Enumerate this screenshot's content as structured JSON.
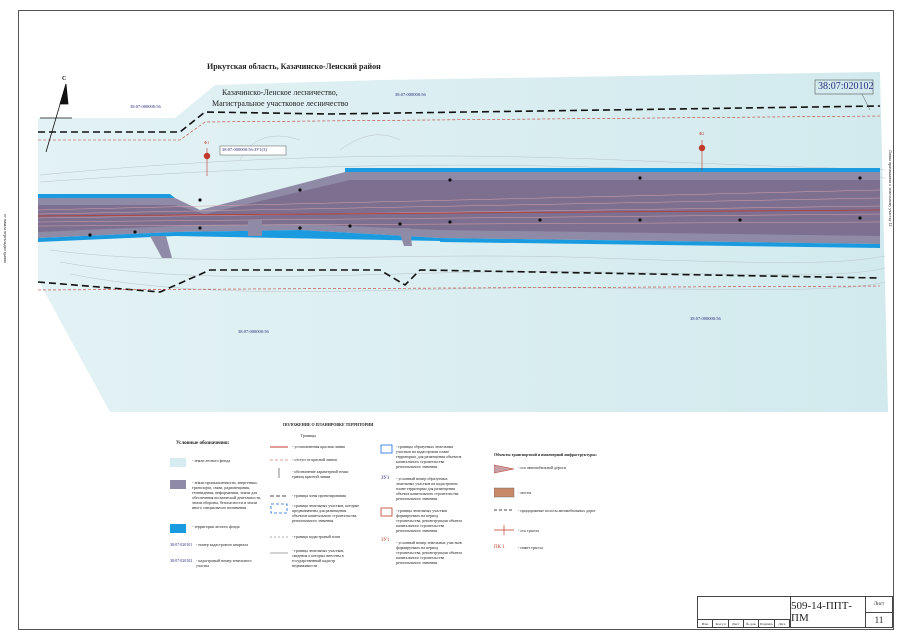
{
  "map": {
    "region_title": "Иркутская область, Казачинско-Ленский район",
    "forestry_title": "Казачинско-Ленское лесничество,",
    "district_title": "Магистральное участковое лесничество",
    "cadastral_main": "38:07:020102",
    "quarter_labels": [
      "38:07:000000:56",
      "38:07:000000:56",
      "38:07:000000:56",
      "38:07:000000:56"
    ],
    "parcel_label": "38:07:000000:56:ЗУ1(3)",
    "left_edge_label": "от начала перекладки здания",
    "right_edge_label": "Линия примыкания к земельному участку 12",
    "markers": [
      "Ф1",
      "Ф2"
    ],
    "compass": "С"
  },
  "legend": {
    "title": "Условные обозначения:",
    "items": [
      {
        "text": "- земли лесного фонда",
        "color": "#d6ecf0"
      },
      {
        "text": "- земли промышленности, энергетики, транспорта, связи, радиовещания, телевидения, информатики, земли для обеспечения космической деятельности, земли обороны, безопасности и земли иного специального назначения",
        "color": "#8f8aa6"
      },
      {
        "text": "- территория лесного фонда",
        "color": "#1a9be0"
      },
      {
        "text": "- номер кадастрового квартала",
        "code": "38:07:020101"
      },
      {
        "text": "- кадастровый номер земельного участка",
        "code": "38:07:020102"
      }
    ]
  },
  "boundaries": {
    "title": "ПОЛОЖЕНИЕ О ПЛАНИРОВКЕ ТЕРРИТОРИИ",
    "subtitle": "Границы",
    "items": [
      "- установленная красная линия",
      "- отступ от красной линии",
      "- обозначение характерной точки границ красной линии",
      "- граница зоны проектирования",
      "- граница земельных участков, которые предназначены для размещения объектов капитального строительства регионального значения",
      "- граница кадастровый план",
      "- граница земельных участков, сведения о которых внесены в государственный кадастр недвижимости"
    ]
  },
  "formed": {
    "items": [
      "- границы образуемых земельных участков на кадастровом плане территории, для размещения объектов капитального строительства регионального значения",
      "- условный номер образуемых земельных участков на кадастровом плане территории для размещения объекта капитального строительства регионального значения",
      "- граница земельных участков формируемых на период строительства, реконструкции объекта капитального строительства регионального значения",
      "- условный номер земельных участков формируемых на период строительства, реконструкции объекта капитального строительства регионального значения"
    ],
    "codes": [
      "ЗУ1",
      "ЗУ1"
    ]
  },
  "infrastructure": {
    "title": "Объекты транспортной и инженерной инфраструктуры:",
    "items": [
      "- ось автомобильной дороги",
      "- мосты",
      "- придорожные полосы автомобильных дорог",
      "- ось трассы",
      "- пикет трассы"
    ],
    "code": "ПК 1"
  },
  "stamp": {
    "code": "509-14-ППТ-ПМ",
    "sheet_label": "Лист",
    "sheet_number": "11",
    "headers": [
      "Изм.",
      "Кол.уч",
      "Лист",
      "№ док.",
      "Подпись",
      "Дата"
    ]
  }
}
